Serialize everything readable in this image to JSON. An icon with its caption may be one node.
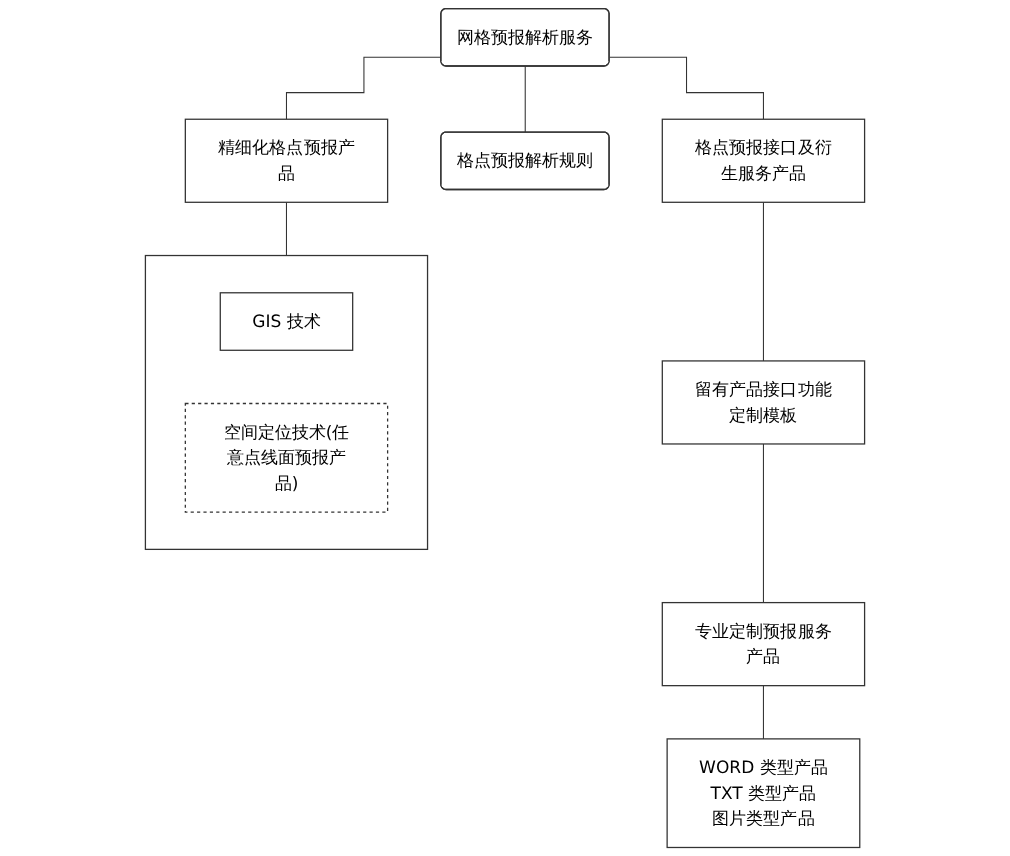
{
  "diagram": {
    "nodes": [
      {
        "text": [
          "网格预报解析服务"
        ]
      },
      {
        "text": [
          "精细化格点预报产品"
        ]
      },
      {
        "text": [],
        "shape": "box"
      },
      {
        "text": [
          "GIS 技术"
        ],
        "in": 2
      },
      {
        "text": [
          "空间定位技术(任意点线面预报产品)"
        ],
        "in": 2
      },
      {
        "text": [
          "格点预报解析规则"
        ]
      },
      {
        "text": [
          "格点预报接口及衍生服务产品"
        ]
      },
      {
        "text": [
          "留有产品接口功能定制模板"
        ]
      },
      {
        "text": [
          "专业定制预报服务产品"
        ]
      },
      {
        "text": [
          "WORD 类型产品",
          "TXT 类型产品",
          "图片类型产品"
        ]
      }
    ],
    "edges": [
      {
        "from": 0,
        "to": 1,
        "arrow": "none"
      },
      {
        "from": 0,
        "to": 5,
        "arrow": "none"
      },
      {
        "from": 0,
        "to": 6,
        "arrow": "none"
      },
      {
        "from": 1,
        "to": 2,
        "arrow": "none"
      },
      {
        "from": 6,
        "to": 7,
        "arrow": "none"
      },
      {
        "from": 7,
        "to": 8,
        "arrow": "none"
      },
      {
        "from": 8,
        "to": 9,
        "arrow": "none"
      }
    ]
  }
}
